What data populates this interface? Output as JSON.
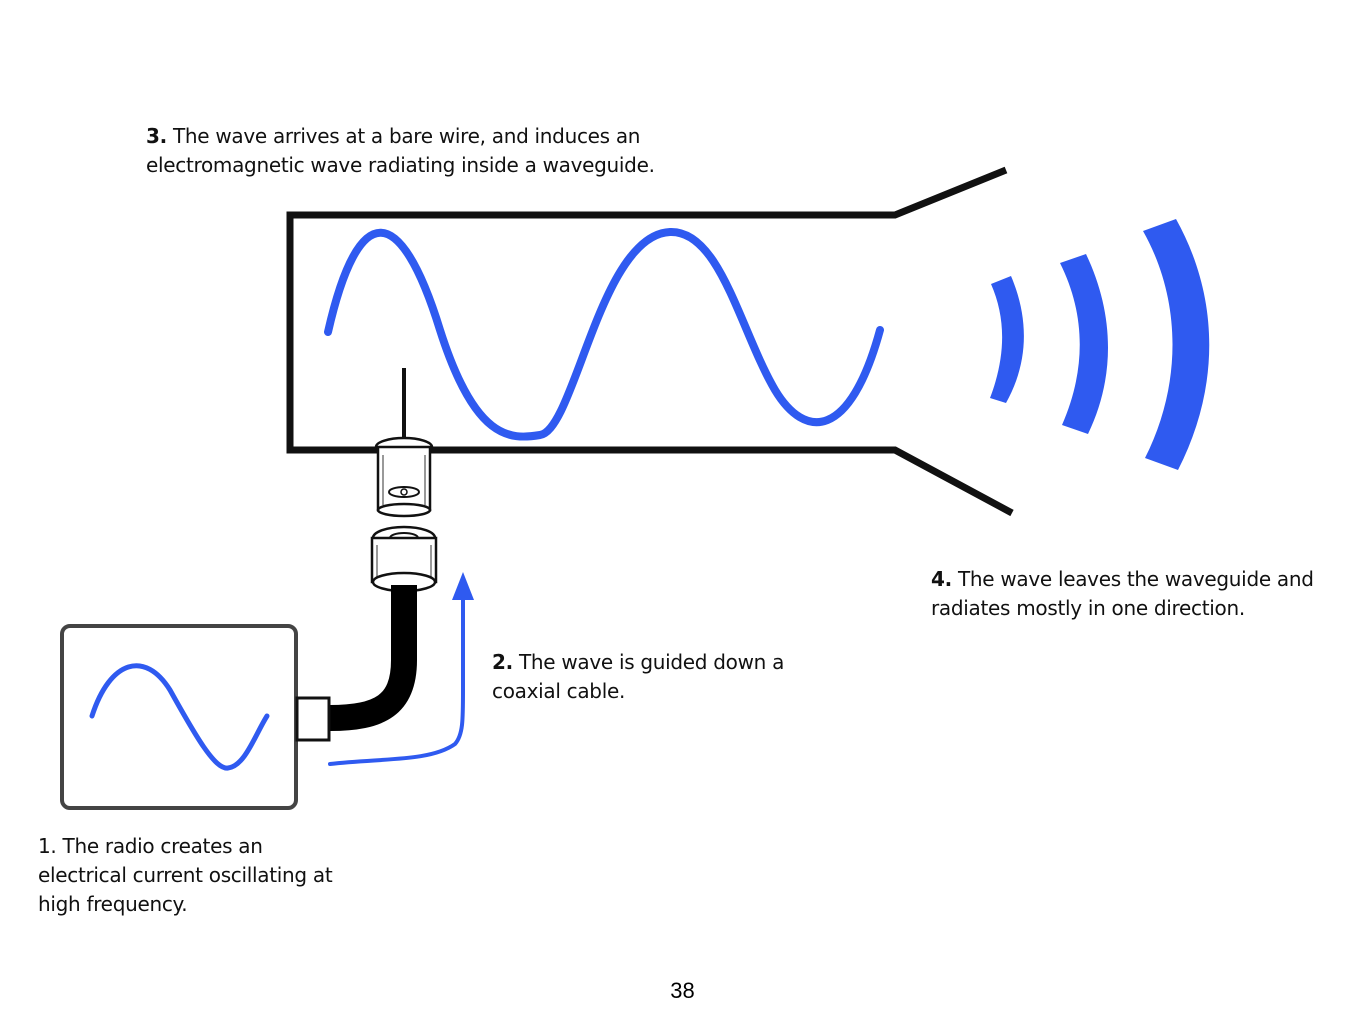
{
  "captions": {
    "step3": {
      "num": "3.",
      "text": " The wave arrives at a bare wire, and induces an\nelectromagnetic wave radiating inside a waveguide."
    },
    "step4": {
      "num": "4.",
      "text": " The wave leaves the waveguide and\nradiates mostly in one direction."
    },
    "step2": {
      "num": "2.",
      "text": " The wave is guided down a\ncoaxial cable."
    },
    "step1": {
      "num": "1.",
      "text": " The radio creates an\nelectrical current oscillating at\nhigh frequency."
    }
  },
  "page_number": "38",
  "colors": {
    "wave_blue": "#2f5af0",
    "outline": "#111111",
    "cable": "#000000",
    "box_border": "#444444"
  }
}
